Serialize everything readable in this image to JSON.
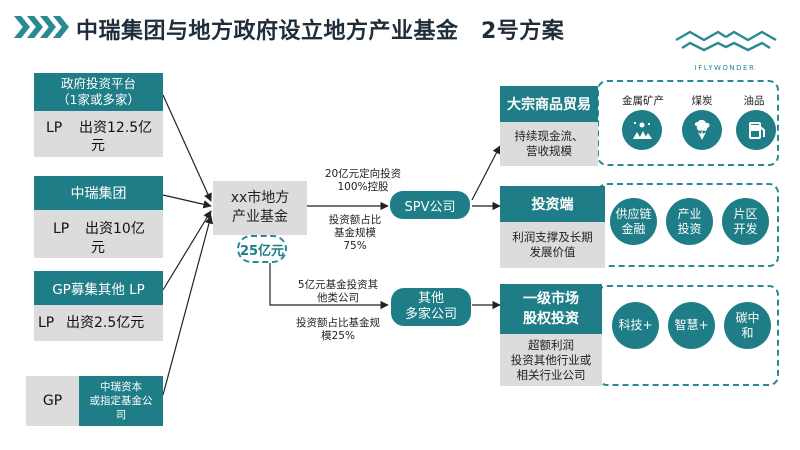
{
  "header": {
    "title": "中瑞集团与地方政府设立地方产业基金　2号方案",
    "logo_text": "IFLYWONDER"
  },
  "left": {
    "gov": {
      "title": "政府投资平台",
      "subtitle": "（1家或多家）",
      "lp_label": "LP",
      "amount_1": "出资12.5亿",
      "amount_2": "元"
    },
    "zhongrui": {
      "title": "中瑞集团",
      "lp_label": "LP",
      "amount_1": "出资10亿",
      "amount_2": "元"
    },
    "gp_raise": {
      "title": "GP募集其他  LP",
      "lp_label": "LP",
      "amount": "出资2.5亿元"
    },
    "gp": {
      "label": "GP",
      "desc_1": "中瑞资本",
      "desc_2": "或指定基金公",
      "desc_3": "司"
    }
  },
  "center": {
    "fund_1": "xx市地方",
    "fund_2": "产业基金",
    "size": "25亿元",
    "note_spv_1": "20亿元定向投资",
    "note_spv_2": "100%控股",
    "note_share_1": "投资额占比",
    "note_share_2": "基金规模",
    "note_share_3": "75%",
    "note_other_1": "5亿元基金投资其",
    "note_other_2": "他类公司",
    "note_other_share_1": "投资额占比基金规",
    "note_other_share_2": "模25%",
    "spv": "SPV公司",
    "others_1": "其他",
    "others_2": "多家公司"
  },
  "panels": {
    "commodity": {
      "title": "大宗商品贸易",
      "desc_1": "持续现金流、",
      "desc_2": "营收规模",
      "icons": [
        {
          "label": "金属矿产",
          "icon": "metal-ore-icon"
        },
        {
          "label": "煤炭",
          "icon": "coal-icon"
        },
        {
          "label": "油品",
          "icon": "oil-icon"
        }
      ]
    },
    "investment": {
      "title": "投资端",
      "desc_1": "利润支撑及长期",
      "desc_2": "发展价值",
      "circles": [
        {
          "line1": "供应链",
          "line2": "金融"
        },
        {
          "line1": "产业",
          "line2": "投资"
        },
        {
          "line1": "片区",
          "line2": "开发"
        }
      ]
    },
    "equity": {
      "title_1": "一级市场",
      "title_2": "股权投资",
      "desc_1": "超额利润",
      "desc_2": "投资其他行业或",
      "desc_3": "相关行业公司",
      "circles": [
        {
          "line1": "科技+",
          "line2": ""
        },
        {
          "line1": "智慧+",
          "line2": ""
        },
        {
          "line1": "碳中",
          "line2": "和"
        }
      ]
    }
  },
  "colors": {
    "teal": "#1e7d86",
    "gray": "#dcdcdc",
    "title": "#1f2d3a"
  }
}
